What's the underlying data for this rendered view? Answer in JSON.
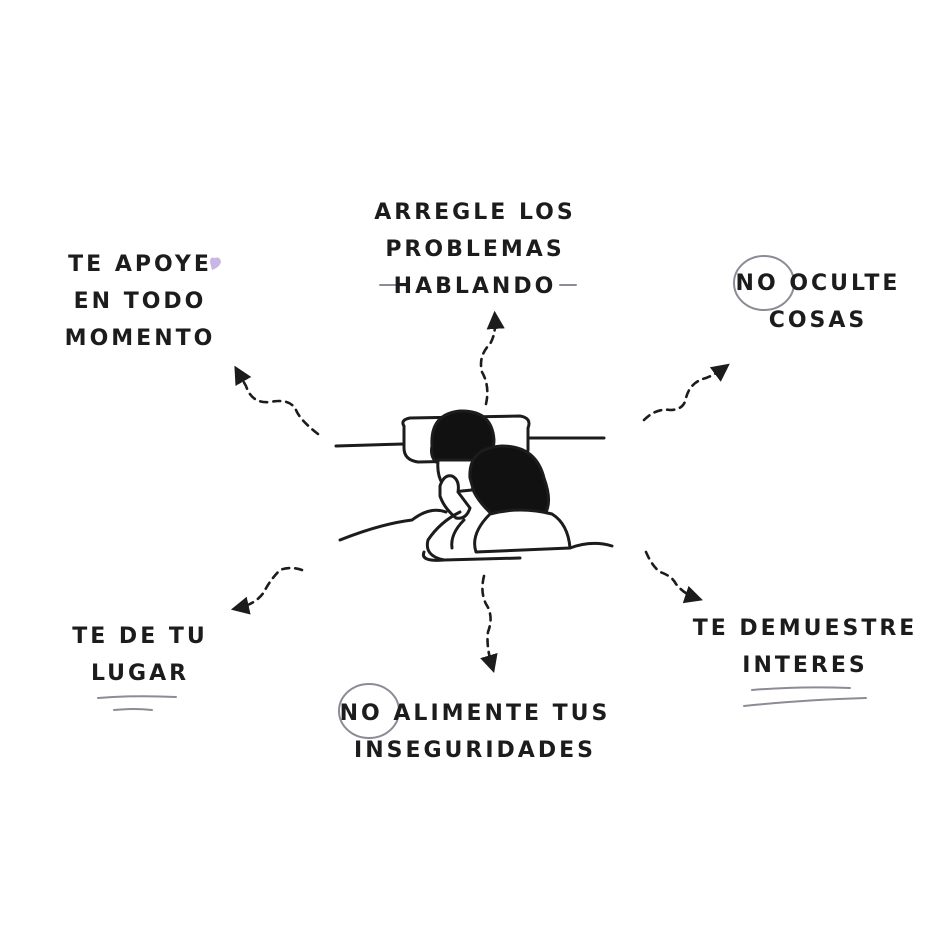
{
  "labels": {
    "apoyo": [
      "TE APOYE",
      "EN TODO",
      "MOMENTO"
    ],
    "problemas": [
      "ARREGLE LOS",
      "PROBLEMAS",
      "HABLANDO"
    ],
    "ocultar": [
      "NO OCULTE",
      "COSAS"
    ],
    "lugar": [
      "TE DE TU",
      "LUGAR"
    ],
    "interes": [
      "TE DEMUESTRE",
      "INTERES"
    ],
    "inseguridades": [
      "NO ALIMENTE TUS",
      "INSEGURIDADES"
    ]
  },
  "colors": {
    "ink": "#1c1c1c",
    "accent": "#c9b6e4",
    "underline": "#8f8a95"
  },
  "icons": [
    "heart-icon",
    "couple-in-bed-illustration"
  ]
}
